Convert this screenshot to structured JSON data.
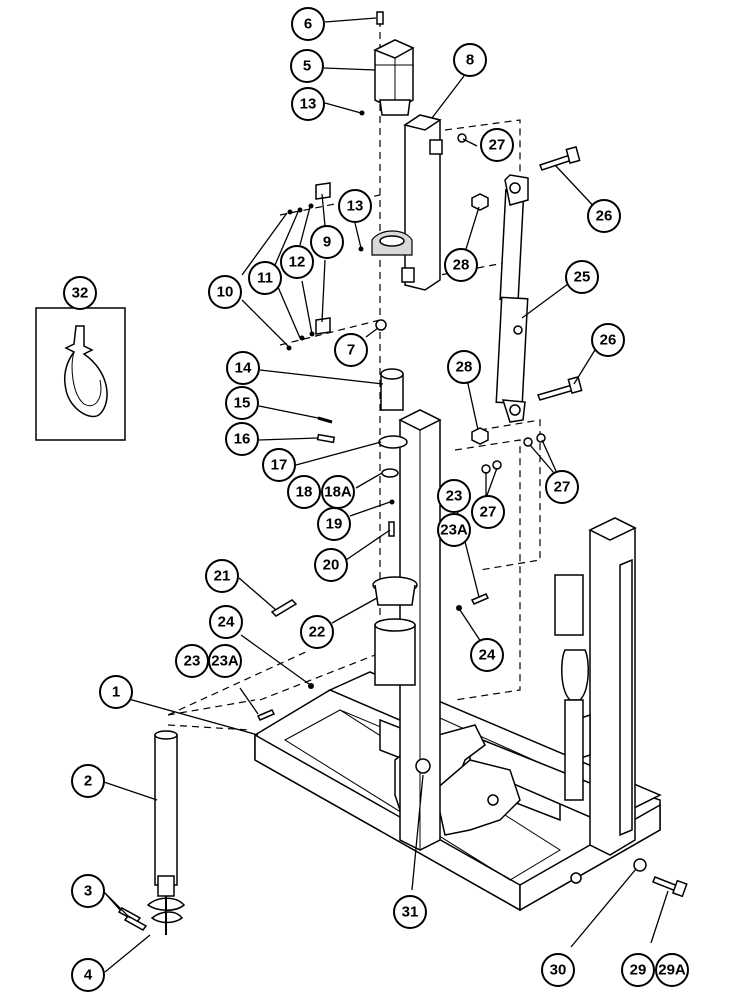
{
  "callouts": [
    "1",
    "2",
    "3",
    "4",
    "5",
    "6",
    "7",
    "8",
    "9",
    "10",
    "11",
    "12",
    "13",
    "13",
    "14",
    "15",
    "16",
    "17",
    "18",
    "18A",
    "19",
    "20",
    "21",
    "22",
    "23",
    "23A",
    "23",
    "23A",
    "24",
    "24",
    "25",
    "26",
    "26",
    "27",
    "27",
    "27",
    "28",
    "28",
    "29",
    "29A",
    "30",
    "31",
    "32"
  ],
  "colors": {
    "ink": "#000000",
    "paper": "#ffffff",
    "shade": "#d9d9d9"
  }
}
